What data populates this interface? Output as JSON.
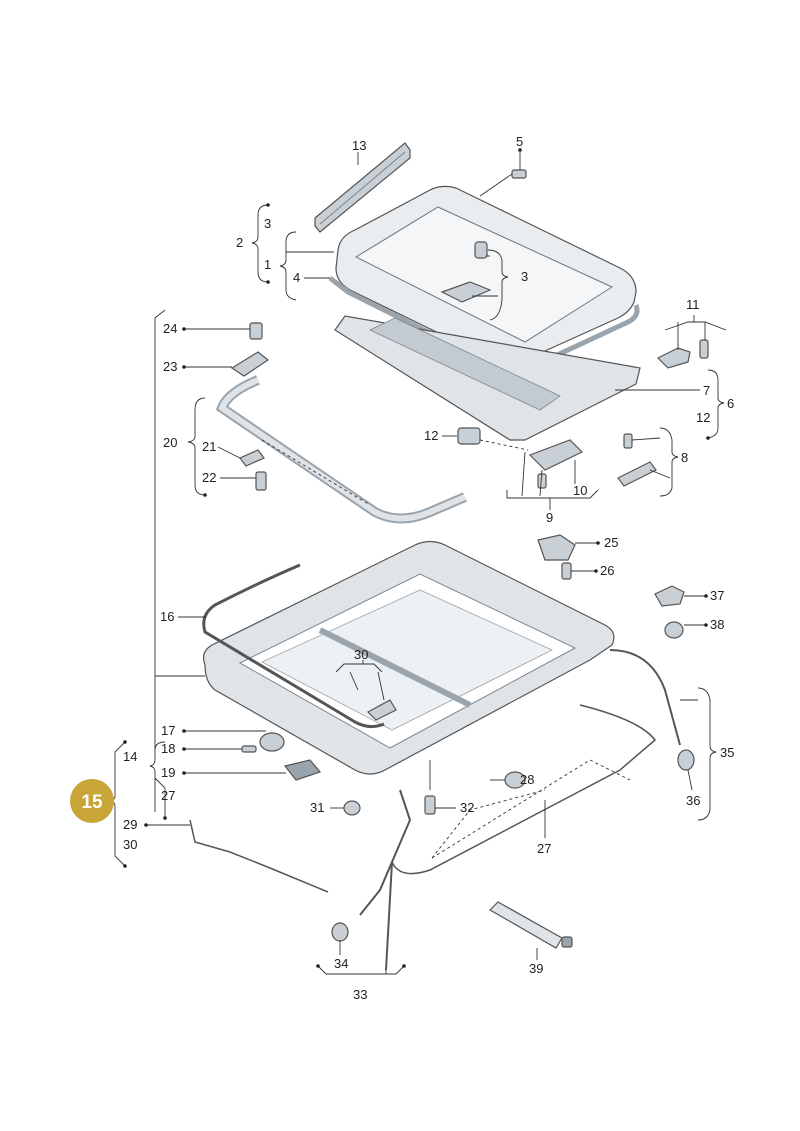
{
  "badge": {
    "label": "15",
    "color": "#c9a437"
  },
  "colors": {
    "part_fill": "#dfe4e8",
    "part_dark": "#9aa4ac",
    "glass": "#eef1f3",
    "line": "#333333"
  },
  "labels": {
    "l1": "1",
    "l2": "2",
    "l3": "3",
    "l3b": "3",
    "l4": "4",
    "l5": "5",
    "l6": "6",
    "l7": "7",
    "l8": "8",
    "l9": "9",
    "l10": "10",
    "l11": "11",
    "l12": "12",
    "l12b": "12",
    "l13": "13",
    "l14": "14",
    "l16": "16",
    "l17": "17",
    "l18": "18",
    "l19": "19",
    "l20": "20",
    "l21": "21",
    "l22": "22",
    "l23": "23",
    "l24": "24",
    "l25": "25",
    "l26": "26",
    "l27": "27",
    "l27b": "27",
    "l28": "28",
    "l29": "29",
    "l30": "30",
    "l30b": "30",
    "l31": "31",
    "l32": "32",
    "l33": "33",
    "l34": "34",
    "l35": "35",
    "l36": "36",
    "l37": "37",
    "l38": "38",
    "l39": "39"
  }
}
